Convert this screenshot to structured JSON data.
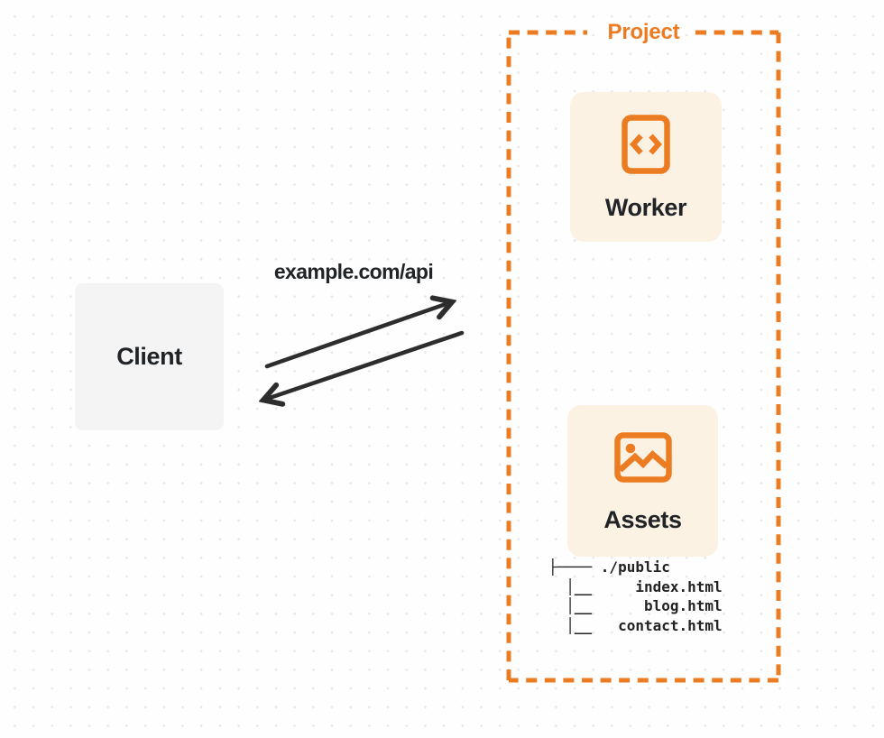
{
  "client": {
    "label": "Client"
  },
  "connection": {
    "request_label": "example.com/api"
  },
  "project": {
    "label": "Project",
    "worker": {
      "label": "Worker",
      "icon": "code-document-icon"
    },
    "assets": {
      "label": "Assets",
      "icon": "image-icon"
    },
    "file_tree": {
      "root": "./public",
      "files": [
        "index.html",
        "blog.html",
        "contact.html"
      ],
      "display_lines": [
        "├──── ./public",
        "  │__     index.html",
        "  │__      blog.html",
        "  │__   contact.html"
      ]
    }
  },
  "colors": {
    "accent": "#EC7C22",
    "card_bg": "#FCF2E4",
    "client_bg": "#F4F4F5",
    "arrow": "#2D2D2D",
    "ink": "#212427",
    "dot": "#E7E7E7"
  }
}
